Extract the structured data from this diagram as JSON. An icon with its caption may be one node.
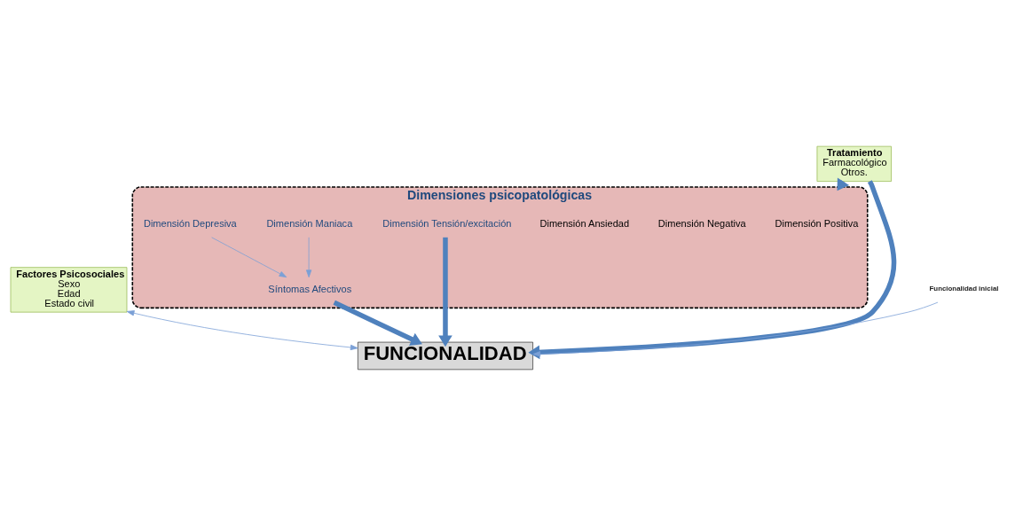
{
  "diagram": {
    "nodes": [
      {
        "text": [
          "Dimensiones psicopatológicas"
        ]
      },
      {
        "text": [
          "Dimensión Positiva"
        ],
        "in": 0
      },
      {
        "text": [
          "Dimensión Negativa"
        ],
        "in": 0
      },
      {
        "text": [
          "Dimensión Ansiedad"
        ],
        "in": 0
      },
      {
        "text": [
          "Dimensión Maniaca"
        ],
        "in": 0
      },
      {
        "text": [
          "Dimensión Depresiva"
        ],
        "in": 0
      },
      {
        "text": [
          "Dimensión Tensión/excitación"
        ],
        "in": 0
      },
      {
        "text": [
          "Síntomas Afectivos"
        ],
        "in": 0
      },
      {
        "text": [
          "Factores Psicosociales",
          "Sexo",
          "Edad",
          "Estado civil"
        ]
      },
      {
        "text": [
          "Tratamiento",
          "Farmacológico",
          "Otros."
        ]
      },
      {
        "text": [
          "Funcionalidad inicial"
        ]
      },
      {
        "text": [
          "FUNCIONALIDAD"
        ]
      }
    ],
    "edges": [
      {
        "from": 4,
        "to": 7,
        "arrow": "to"
      },
      {
        "from": 5,
        "to": 7,
        "arrow": "to"
      },
      {
        "from": 9,
        "to": 0,
        "arrow": "to",
        "style": "thick"
      },
      {
        "from": 7,
        "to": 11,
        "arrow": "to",
        "style": "thick"
      },
      {
        "from": 6,
        "to": 11,
        "arrow": "to",
        "style": "thick"
      },
      {
        "from": 10,
        "to": 11,
        "arrow": "to"
      },
      {
        "from": 9,
        "to": 11,
        "arrow": "to",
        "style": "thick"
      },
      {
        "from": 8,
        "to": 11,
        "arrow": "both"
      }
    ]
  }
}
